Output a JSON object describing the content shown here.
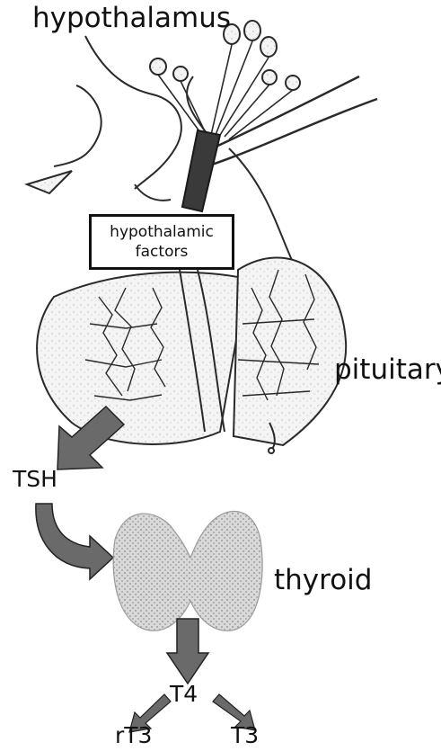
{
  "labels": {
    "hypothalamus": "hypothalamus",
    "factors_line1": "hypothalamic",
    "factors_line2": "factors",
    "pituitary": "pituitary",
    "tsh": "TSH",
    "thyroid": "thyroid",
    "t4": "T4",
    "rt3": "rT3",
    "t3": "T3"
  },
  "colors": {
    "arrow_fill": "#6a6a6a",
    "line": "#2a2a2a",
    "thyroid_fill": "#cfcfcf",
    "tract_fill": "#3a3a3a"
  },
  "icons": {
    "hypothalamus": "neuron-cluster-illustration",
    "pituitary": "gland-with-capillaries-illustration",
    "thyroid": "butterfly-gland-illustration"
  }
}
